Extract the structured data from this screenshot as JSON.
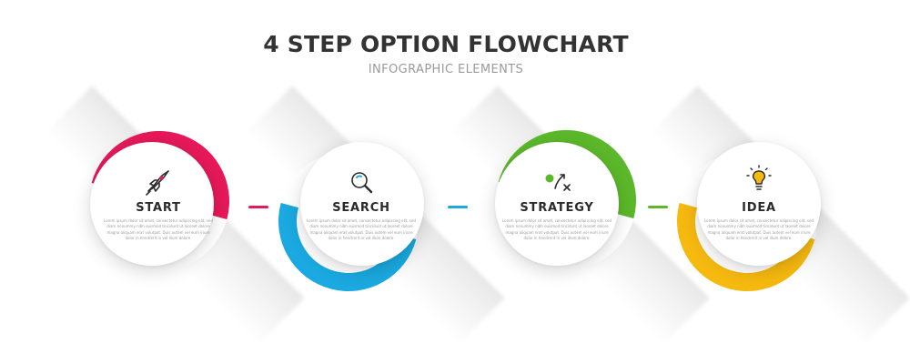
{
  "header": {
    "title": "4 STEP OPTION FLOWCHART",
    "subtitle": "INFOGRAPHIC ELEMENTS"
  },
  "steps": [
    {
      "title": "START",
      "icon": "rocket-icon",
      "color": "#E6195A",
      "text": "Lorem ipsum dolor sit amet, consectetur adipiscing elit, sed diam nonummy nibh euismod tincidunt ut laoreet dolore magna aliquam erat volutpat. Duis autem vel eum iriure dolor in hendrerit in vel illum dolore."
    },
    {
      "title": "SEARCH",
      "icon": "magnifier-icon",
      "color": "#1AA9E0",
      "text": "Lorem ipsum dolor sit amet, consectetur adipiscing elit, sed diam nonummy nibh euismod tincidunt ut laoreet dolore magna aliquam erat volutpat. Duis autem vel eum iriure dolor in hendrerit in vel illum dolore."
    },
    {
      "title": "STRATEGY",
      "icon": "strategy-icon",
      "color": "#5CB82A",
      "text": "Lorem ipsum dolor sit amet, consectetur adipiscing elit, sed diam nonummy nibh euismod tincidunt ut laoreet dolore magna aliquam erat volutpat. Duis autem vel eum iriure dolor in hendrerit in vel illum dolore."
    },
    {
      "title": "IDEA",
      "icon": "lightbulb-icon",
      "color": "#F6B90F",
      "text": "Lorem ipsum dolor sit amet, consectetur adipiscing elit, sed diam nonummy nibh euismod tincidunt ut laoreet dolore magna aliquam erat volutpat. Duis autem vel eum iriure dolor in hendrerit in vel illum dolore."
    }
  ],
  "connector_colors": [
    "#E6195A",
    "#1AA9E0",
    "#5CB82A"
  ]
}
